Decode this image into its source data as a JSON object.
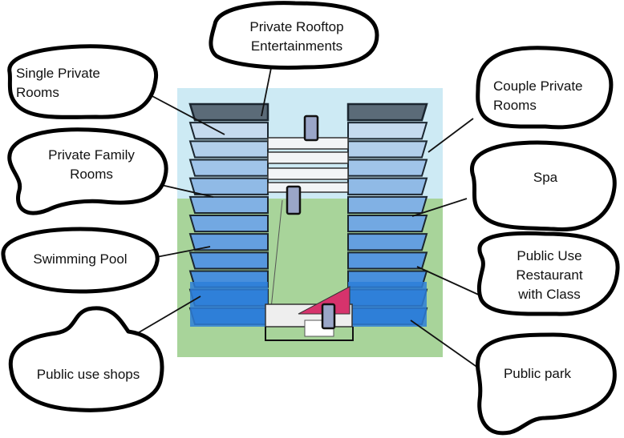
{
  "labels": {
    "rooftop": [
      "Private Rooftop",
      "Entertainments"
    ],
    "single": [
      "Single Private",
      "Rooms"
    ],
    "couple": [
      "Couple Private",
      "Rooms"
    ],
    "family": [
      "Private Family",
      "Rooms"
    ],
    "spa": [
      "Spa"
    ],
    "pool": [
      "Swimming Pool"
    ],
    "restaurant": [
      "Public Use",
      "Restaurant",
      "with Class"
    ],
    "shops": [
      "Public use shops"
    ],
    "park": [
      "Public park"
    ]
  },
  "colors": {
    "sky": "#cdeaf4",
    "ground": "#a8d49a",
    "floor_light": "#dfeaf2",
    "floor_dark": "#2e7fd8",
    "slab": "#5b6b78",
    "accent": "#d6336c"
  },
  "floors_per_tower": 12
}
